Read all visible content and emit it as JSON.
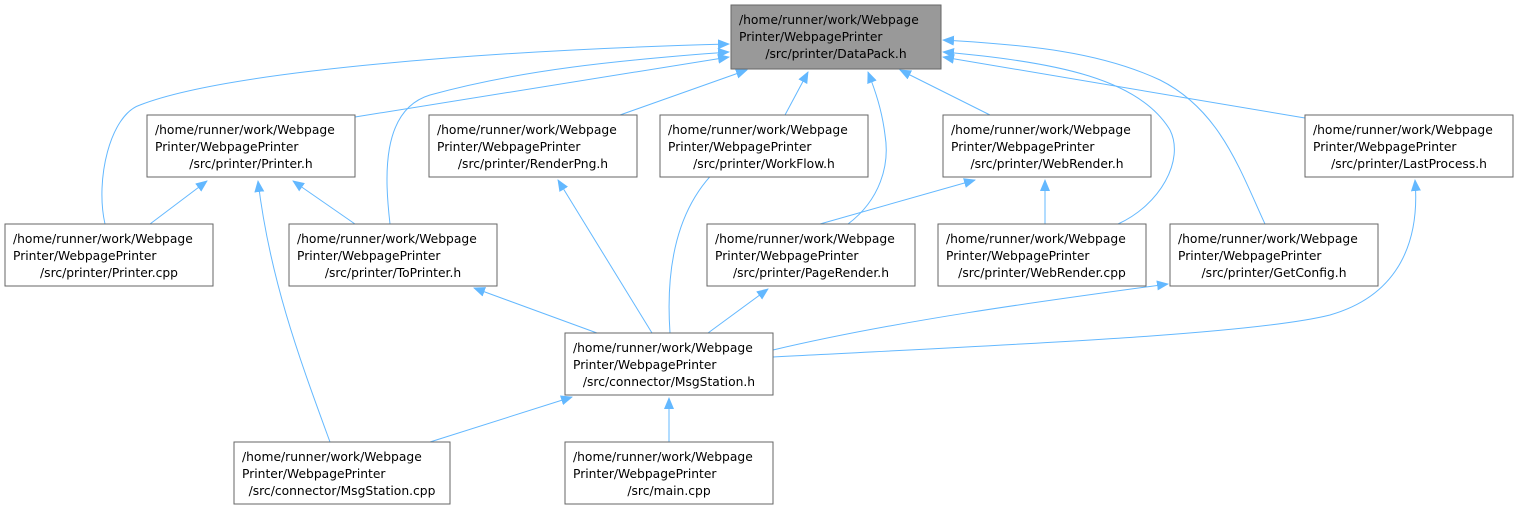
{
  "colors": {
    "root_fill": "#999999",
    "node_fill": "#ffffff",
    "edge": "#63b8ff",
    "border": "#666666"
  },
  "nodes": [
    {
      "id": "datapack",
      "lines": [
        "/home/runner/work/Webpage",
        "Printer/WebpagePrinter",
        "/src/printer/DataPack.h"
      ]
    },
    {
      "id": "printer_h",
      "lines": [
        "/home/runner/work/Webpage",
        "Printer/WebpagePrinter",
        "/src/printer/Printer.h"
      ]
    },
    {
      "id": "renderpng_h",
      "lines": [
        "/home/runner/work/Webpage",
        "Printer/WebpagePrinter",
        "/src/printer/RenderPng.h"
      ]
    },
    {
      "id": "workflow_h",
      "lines": [
        "/home/runner/work/Webpage",
        "Printer/WebpagePrinter",
        "/src/printer/WorkFlow.h"
      ]
    },
    {
      "id": "webrender_h",
      "lines": [
        "/home/runner/work/Webpage",
        "Printer/WebpagePrinter",
        "/src/printer/WebRender.h"
      ]
    },
    {
      "id": "lastprocess_h",
      "lines": [
        "/home/runner/work/Webpage",
        "Printer/WebpagePrinter",
        "/src/printer/LastProcess.h"
      ]
    },
    {
      "id": "printer_cpp",
      "lines": [
        "/home/runner/work/Webpage",
        "Printer/WebpagePrinter",
        "/src/printer/Printer.cpp"
      ]
    },
    {
      "id": "toprinter_h",
      "lines": [
        "/home/runner/work/Webpage",
        "Printer/WebpagePrinter",
        "/src/printer/ToPrinter.h"
      ]
    },
    {
      "id": "pagerender_h",
      "lines": [
        "/home/runner/work/Webpage",
        "Printer/WebpagePrinter",
        "/src/printer/PageRender.h"
      ]
    },
    {
      "id": "webrender_cpp",
      "lines": [
        "/home/runner/work/Webpage",
        "Printer/WebpagePrinter",
        "/src/printer/WebRender.cpp"
      ]
    },
    {
      "id": "getconfig_h",
      "lines": [
        "/home/runner/work/Webpage",
        "Printer/WebpagePrinter",
        "/src/printer/GetConfig.h"
      ]
    },
    {
      "id": "msgstation_h",
      "lines": [
        "/home/runner/work/Webpage",
        "Printer/WebpagePrinter",
        "/src/connector/MsgStation.h"
      ]
    },
    {
      "id": "msgstation_cpp",
      "lines": [
        "/home/runner/work/Webpage",
        "Printer/WebpagePrinter",
        "/src/connector/MsgStation.cpp"
      ]
    },
    {
      "id": "main_cpp",
      "lines": [
        "/home/runner/work/Webpage",
        "Printer/WebpagePrinter",
        "/src/main.cpp"
      ]
    }
  ],
  "edges": [
    {
      "from": "printer_h",
      "to": "datapack"
    },
    {
      "from": "printer_cpp",
      "to": "datapack"
    },
    {
      "from": "toprinter_h",
      "to": "datapack"
    },
    {
      "from": "renderpng_h",
      "to": "datapack"
    },
    {
      "from": "workflow_h",
      "to": "datapack"
    },
    {
      "from": "pagerender_h",
      "to": "datapack"
    },
    {
      "from": "webrender_h",
      "to": "datapack"
    },
    {
      "from": "webrender_cpp",
      "to": "datapack"
    },
    {
      "from": "getconfig_h",
      "to": "datapack"
    },
    {
      "from": "lastprocess_h",
      "to": "datapack"
    },
    {
      "from": "printer_cpp",
      "to": "printer_h"
    },
    {
      "from": "toprinter_h",
      "to": "printer_h"
    },
    {
      "from": "msgstation_cpp",
      "to": "printer_h"
    },
    {
      "from": "pagerender_h",
      "to": "webrender_h"
    },
    {
      "from": "webrender_cpp",
      "to": "webrender_h"
    },
    {
      "from": "msgstation_h",
      "to": "renderpng_h"
    },
    {
      "from": "msgstation_h",
      "to": "workflow_h"
    },
    {
      "from": "msgstation_h",
      "to": "toprinter_h"
    },
    {
      "from": "msgstation_h",
      "to": "pagerender_h"
    },
    {
      "from": "msgstation_h",
      "to": "getconfig_h"
    },
    {
      "from": "msgstation_h",
      "to": "lastprocess_h"
    },
    {
      "from": "msgstation_cpp",
      "to": "msgstation_h"
    },
    {
      "from": "main_cpp",
      "to": "msgstation_h"
    }
  ]
}
